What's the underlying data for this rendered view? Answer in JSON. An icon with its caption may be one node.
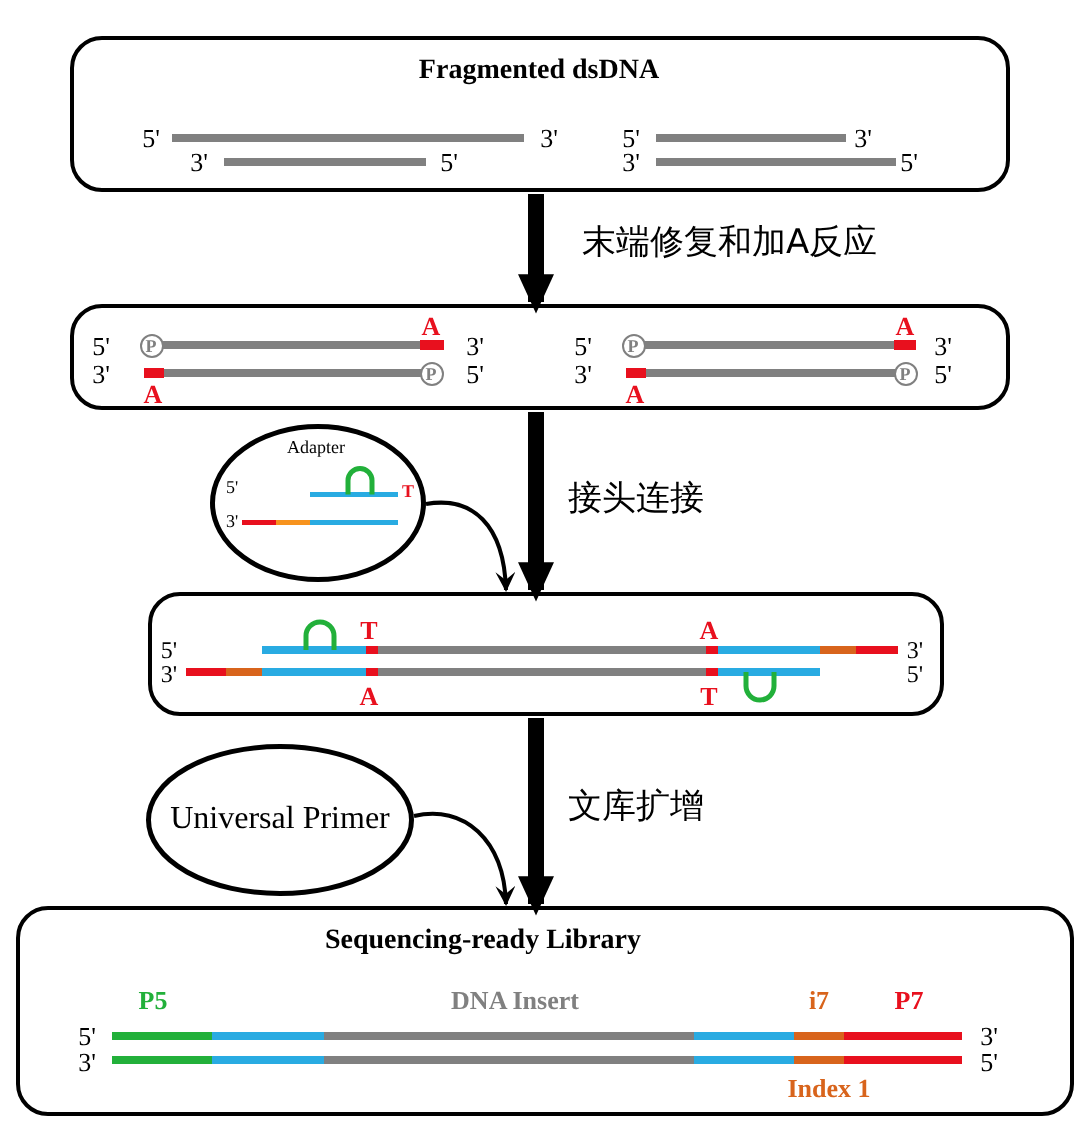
{
  "diagram": {
    "nodes": [
      {
        "text": [
          "Fragmented dsDNA",
          "5'",
          "3'",
          "3'",
          "5'",
          "5'",
          "3'",
          "3'",
          "5'"
        ]
      },
      {
        "text": [
          "5'",
          "P",
          "A",
          "3'",
          "3'",
          "A",
          "P",
          "5'",
          "5'",
          "P",
          "A",
          "3'",
          "3'",
          "A",
          "P",
          "5'"
        ]
      },
      {
        "text": [
          "Adapter",
          "5'",
          "T",
          "3'"
        ]
      },
      {
        "text": [
          "T",
          "A",
          "5'",
          "3'",
          "3'",
          "5'",
          "A",
          "T"
        ]
      },
      {
        "text": [
          "Universal Primer"
        ]
      },
      {
        "text": [
          "Sequencing-ready Library",
          "P5",
          "DNA Insert",
          "i7",
          "P7",
          "5'",
          "3'",
          "3'",
          "5'",
          "Index 1"
        ]
      }
    ],
    "edges": [
      {
        "from": 0,
        "to": 1,
        "arrow": "to",
        "label": "末端修复和加A反应"
      },
      {
        "from": 1,
        "to": 3,
        "arrow": "to",
        "label": "接头连接"
      },
      {
        "from": 2,
        "to": 3,
        "arrow": "to"
      },
      {
        "from": 3,
        "to": 5,
        "arrow": "to",
        "label": "文库扩增"
      },
      {
        "from": 4,
        "to": 5,
        "arrow": "to"
      }
    ]
  }
}
